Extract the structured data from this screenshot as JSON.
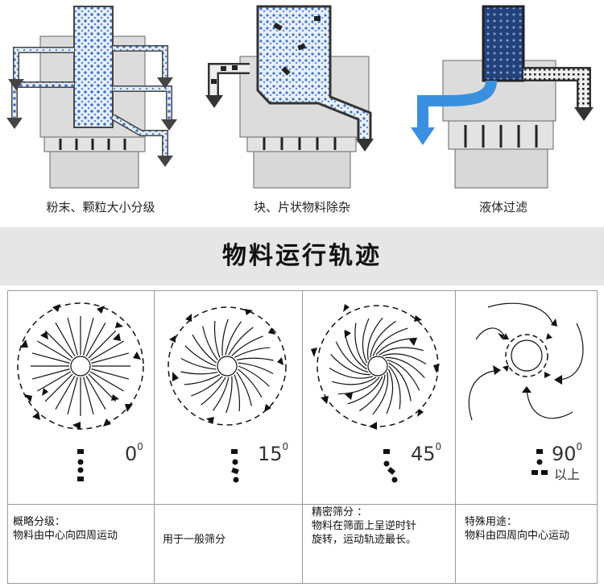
{
  "usage": [
    {
      "caption": "粉末、颗粒大小分级"
    },
    {
      "caption": "块、片状物料除杂"
    },
    {
      "caption": "液体过滤"
    }
  ],
  "section_title": "物料运行轨迹",
  "trajectories": [
    {
      "angle": "0",
      "sub": "",
      "desc_title": "概略分级：",
      "desc_lines": [
        "物料由中心向四周运动"
      ]
    },
    {
      "angle": "15",
      "sub": "",
      "desc_title": "",
      "desc_lines": [
        "用于一般筛分"
      ]
    },
    {
      "angle": "45",
      "sub": "",
      "desc_title": "精密筛分 ：",
      "desc_lines": [
        "物料在筛面上呈逆时针",
        "旋转，运动轨迹最长。"
      ]
    },
    {
      "angle": "90",
      "sub": "以上",
      "desc_title": "特殊用途：",
      "desc_lines": [
        "物料由四周向中心运动"
      ]
    }
  ],
  "colors": {
    "powder": "#3f73c9",
    "liquid": "#3a8fde",
    "machine": "#d8d8d8",
    "band": "#e6e6e6"
  }
}
